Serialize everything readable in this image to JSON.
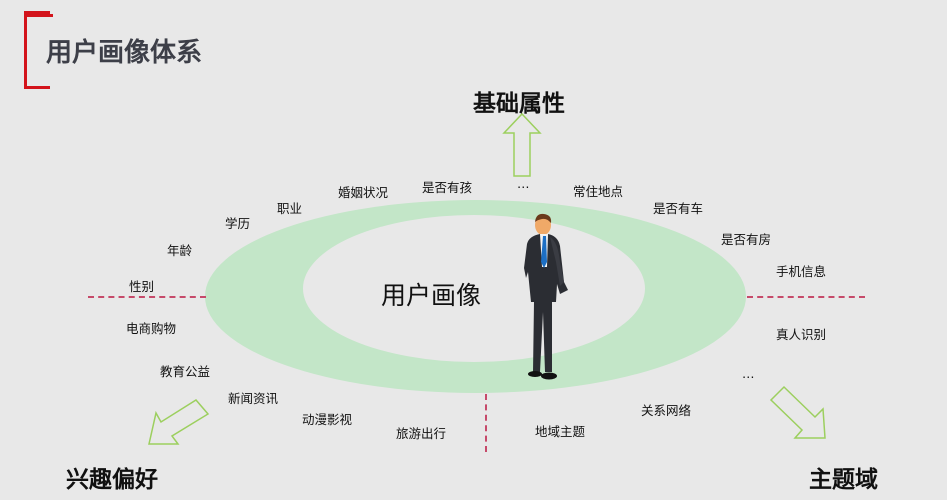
{
  "header": {
    "title": "用户画像体系",
    "accent_color": "#d3131b"
  },
  "diagram": {
    "center_label": "用户画像",
    "ring_color": "#c3e6c8",
    "divider_color": "#c64a6a",
    "arrow_color": "#9ccf5e",
    "categories": {
      "basic": "基础属性",
      "interest": "兴趣偏好",
      "domain": "主题域"
    },
    "basic_attributes": [
      "性别",
      "年龄",
      "学历",
      "职业",
      "婚姻状况",
      "是否有孩",
      "…",
      "常住地点",
      "是否有车",
      "是否有房",
      "手机信息"
    ],
    "interest_preferences": [
      "电商购物",
      "教育公益",
      "新闻资讯",
      "动漫影视",
      "旅游出行"
    ],
    "subject_domains": [
      "地域主题",
      "关系网络",
      "…",
      "真人识别"
    ],
    "icons": {
      "person": "businessman-figure",
      "arrow_up": "arrow-up-icon",
      "arrow_down_left": "arrow-down-left-icon",
      "arrow_down_right": "arrow-down-right-icon"
    }
  }
}
